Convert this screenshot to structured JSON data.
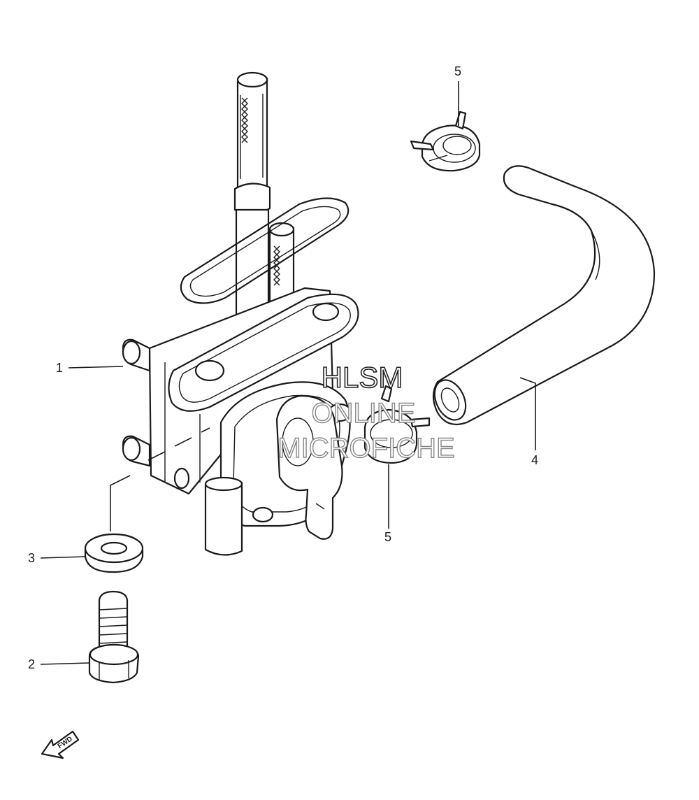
{
  "callouts": [
    {
      "label": "1"
    },
    {
      "label": "2"
    },
    {
      "label": "3"
    },
    {
      "label": "4"
    },
    {
      "label": "5"
    },
    {
      "label": "5"
    }
  ],
  "watermark": {
    "line1": "HLSM",
    "line2": "ONLINE",
    "line3": "MICROFICHE"
  },
  "fwd_arrow": {
    "label": "FWD"
  },
  "colors": {
    "line": "#1a1a1a",
    "background": "#ffffff"
  }
}
